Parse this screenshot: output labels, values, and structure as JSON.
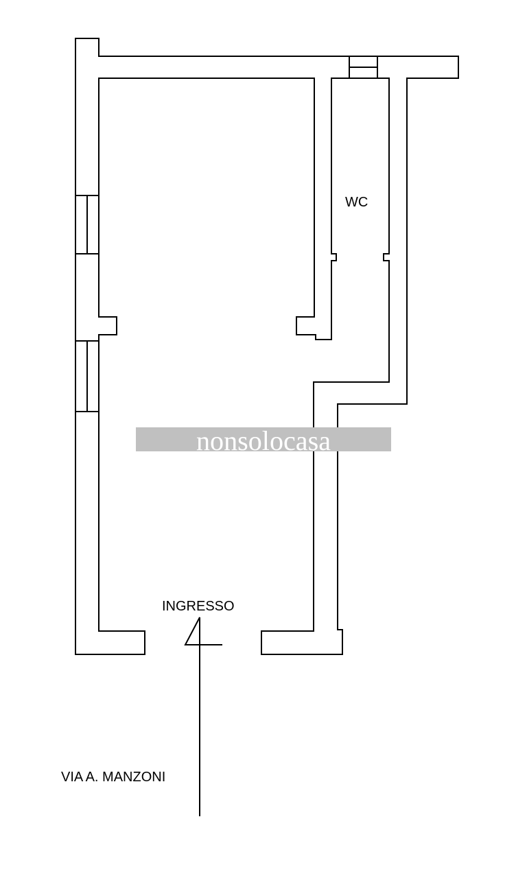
{
  "labels": {
    "wc": "WC",
    "entrance": "INGRESSO",
    "street": "VIA A. MANZONI"
  },
  "watermark": {
    "text": "nonsolocasa"
  },
  "colors": {
    "lines": "#000000",
    "background": "#ffffff",
    "watermark_band": "#c0c0c0",
    "watermark_text": "#ffffff"
  }
}
